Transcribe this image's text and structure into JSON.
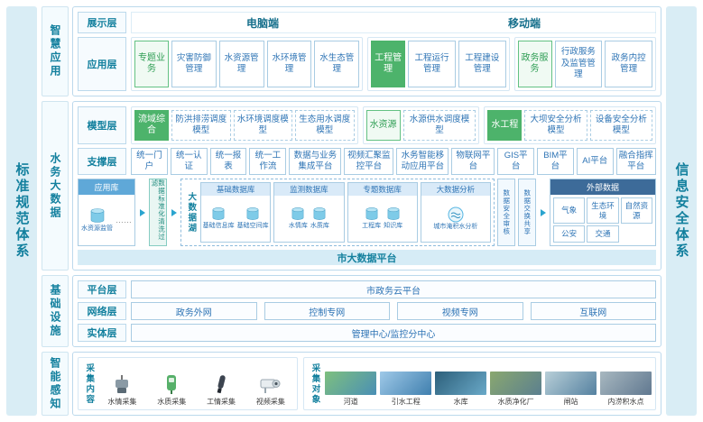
{
  "palette": {
    "teal": "#13809e",
    "light_teal_bg": "#d9edf5",
    "blue_text": "#2e74b5",
    "box_border": "#a9cce3",
    "green_solid": "#4db36b",
    "green_outline": "#63c183",
    "dark_blue_header": "#3d6b99",
    "mid_blue_header": "#5fa8d8",
    "cylinder_blue": "#7ecbe8",
    "platform_bar_bg": "#d6ecf6"
  },
  "side_left": "标准规范体系",
  "side_right": "信息安全体系",
  "app": {
    "section_label": "智慧应用",
    "display": {
      "label": "展示层",
      "pc": "电脑端",
      "mobile": "移动端"
    },
    "applayer": {
      "label": "应用层",
      "g1": {
        "header": "专题业务",
        "items": [
          "灾害防御管理",
          "水资源管理",
          "水环境管理",
          "水生态管理"
        ]
      },
      "g2": {
        "header": "工程管理",
        "items": [
          "工程运行管理",
          "工程建设管理"
        ]
      },
      "g3": {
        "header": "政务服务",
        "items": [
          "行政服务及监管管理",
          "政务内控管理"
        ]
      }
    }
  },
  "bigdata": {
    "section_label": "水务大数据",
    "model": {
      "label": "模型层",
      "g1": {
        "header": "流域综合",
        "items": [
          "防洪排涝调度模型",
          "水环境调度模型",
          "生态用水调度模型"
        ]
      },
      "g2": {
        "header": "水资源",
        "items": [
          "水源供水调度模型"
        ]
      },
      "g3": {
        "header": "水工程",
        "items": [
          "大坝安全分析模型",
          "设备安全分析模型"
        ]
      }
    },
    "support": {
      "label": "支撑层",
      "items": [
        "统一门户",
        "统一认证",
        "统一报表",
        "统一工作流",
        "数据与业务集成平台",
        "视频汇聚监控平台",
        "水务智能移动应用平台",
        "物联网平台",
        "GIS平台",
        "BIM平台",
        "AI平台",
        "融合指挥平台"
      ]
    },
    "flow": {
      "applib": {
        "header": "应用库",
        "db_caption": "水资源监管",
        "dots": "……"
      },
      "clean": "数据标准化清洗过滤",
      "lake": {
        "label": "大数据湖",
        "base": {
          "header": "基础数据库",
          "dbs": [
            "基础信息库",
            "基础空间库"
          ]
        },
        "monitor": {
          "header": "监测数据库",
          "dbs": [
            "水情库",
            "水质库"
          ]
        },
        "theme": {
          "header": "专题数据库",
          "dbs": [
            "工程库",
            "知识库"
          ]
        },
        "analysis": {
          "header": "大数据分析",
          "caption": "城市淹积水分析"
        }
      },
      "audit": "数据安全审核",
      "share": "数据交换共享",
      "external": {
        "header": "外部数据",
        "items": [
          "气象",
          "生态环境",
          "自然资源",
          "公安",
          "交通"
        ]
      }
    },
    "city_platform": "市大数据平台"
  },
  "infra": {
    "section_label": "基础设施",
    "platform": {
      "label": "平台层",
      "item": "市政务云平台"
    },
    "network": {
      "label": "网络层",
      "items": [
        "政务外网",
        "控制专网",
        "视频专网",
        "互联网"
      ]
    },
    "entity": {
      "label": "实体层",
      "item": "管理中心/监控分中心"
    }
  },
  "sense": {
    "section_label": "智能感知",
    "content": {
      "label": "采集内容",
      "items": [
        "水情采集",
        "水质采集",
        "工情采集",
        "视频采集"
      ]
    },
    "objects": {
      "label": "采集对象",
      "items": [
        "河道",
        "引水工程",
        "水库",
        "水质净化厂",
        "闸站",
        "内涝积水点"
      ]
    }
  }
}
